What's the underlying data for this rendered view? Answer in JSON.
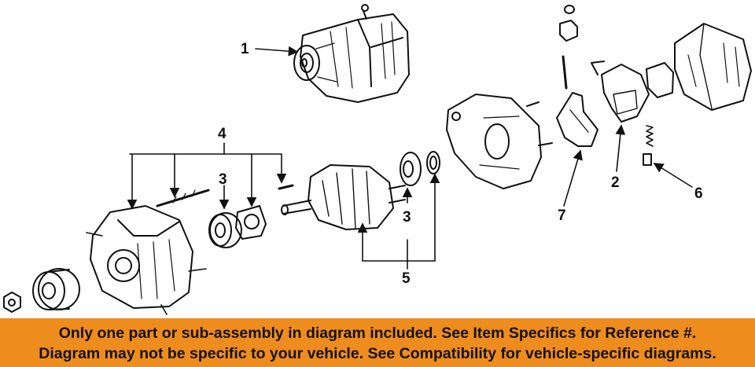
{
  "diagram": {
    "callouts": [
      "1",
      "2",
      "3",
      "3",
      "4",
      "5",
      "6",
      "7"
    ]
  },
  "banner": {
    "line1": "Only one part or sub-assembly in diagram included. See Item Specifics for Reference #.",
    "line2": "Diagram may not be specific to your vehicle. See Compatibility for vehicle-specific diagrams.",
    "background": "#ef8c1e"
  }
}
